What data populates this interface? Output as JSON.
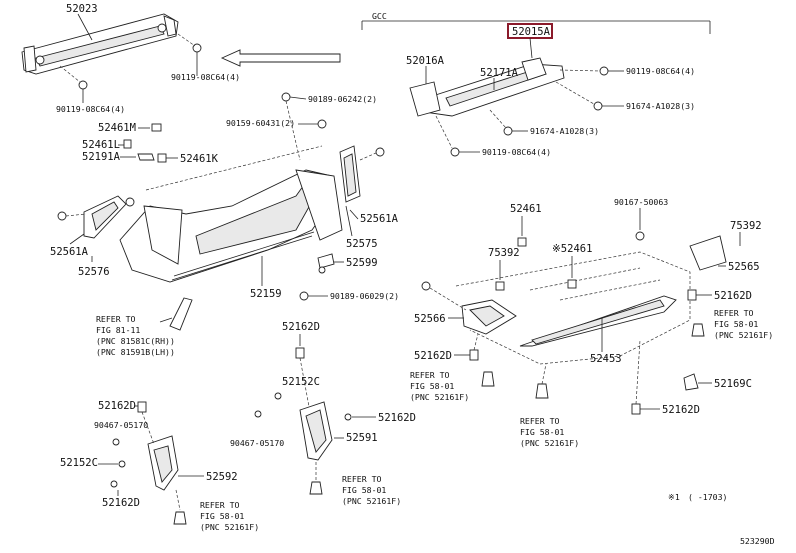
{
  "header": {
    "grade_label": "GCC"
  },
  "highlighted_part": "52015A",
  "diagram_code": "523290D",
  "footnote": {
    "mark": "※1",
    "range": "(   -1703)"
  },
  "parts": {
    "p52023": "52023",
    "p52016A": "52016A",
    "p52015A": "52015A",
    "p52171A": "52171A",
    "b90119_tl": "90119-08C64(4)",
    "b90119_tr": "90119-08C64(4)",
    "b91674_3": "91674-A1028(3)",
    "b91674_3b": "91674-A1028(3)",
    "b90119_mid": "90119-08C64(4)",
    "b90189_2": "90189-06242(2)",
    "b90159_2": "90159-60431(2)",
    "p52461M": "52461M",
    "p52461L": "52461L",
    "p52191A": "52191A",
    "p52461K": "52461K",
    "p52561A_r": "52561A",
    "p52561A_l": "52561A",
    "p52575": "52575",
    "p52576": "52576",
    "p52599": "52599",
    "b90189_06029": "90189-06029(2)",
    "p52159": "52159",
    "p52461_a": "52461",
    "p52461_b": "※52461",
    "b90167": "90167-50063",
    "p75392_r": "75392",
    "p75392_m": "75392",
    "p52565": "52565",
    "p52566": "52566",
    "p52162D_1": "52162D",
    "p52162D_2": "52162D",
    "p52162D_3": "52162D",
    "p52162D_4": "52162D",
    "p52162D_5": "52162D",
    "p52162D_6": "52162D",
    "p52162D_7": "52162D",
    "p52453": "52453",
    "p52169C": "52169C",
    "p52152C_a": "52152C",
    "p52152C_b": "52152C",
    "b90467_a": "90467-05170",
    "b90467_b": "90467-05170",
    "p52591": "52591",
    "p52592": "52592"
  },
  "refs": {
    "r81_l1": "REFER TO",
    "r81_l2": "FIG 81-11",
    "r81_l3": "(PNC 81581C(RH))",
    "r81_l4": "(PNC 81591B(LH))",
    "r58a_l1": "REFER TO",
    "r58a_l2": "FIG 58-01",
    "r58a_l3": "(PNC 52161F)",
    "r58b_l1": "REFER TO",
    "r58b_l2": "FIG 58-01",
    "r58b_l3": "(PNC 52161F)",
    "r58c_l1": "REFER TO",
    "r58c_l2": "FIG 58-01",
    "r58c_l3": "(PNC 52161F)",
    "r58d_l1": "REFER TO",
    "r58d_l2": "FIG 58-01",
    "r58d_l3": "(PNC 52161F)",
    "r58e_l1": "REFER TO",
    "r58e_l2": "FIG 58-01",
    "r58e_l3": "(PNC 52161F)"
  }
}
